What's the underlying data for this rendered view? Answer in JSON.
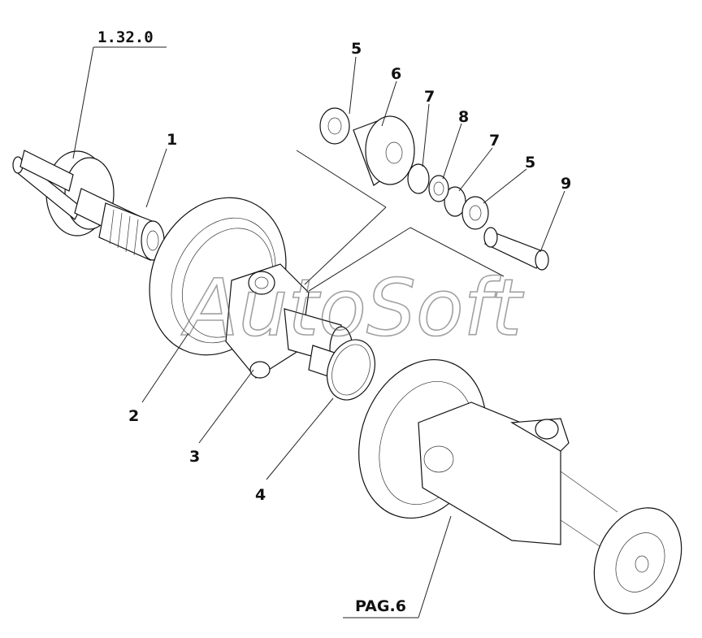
{
  "watermark": "AutoSoft",
  "ref_labels": {
    "top_ref": "1.32.0",
    "bottom_ref": "PAG.6"
  },
  "callouts": [
    "1",
    "2",
    "3",
    "4",
    "5",
    "6",
    "7",
    "8",
    "7",
    "5",
    "9"
  ]
}
